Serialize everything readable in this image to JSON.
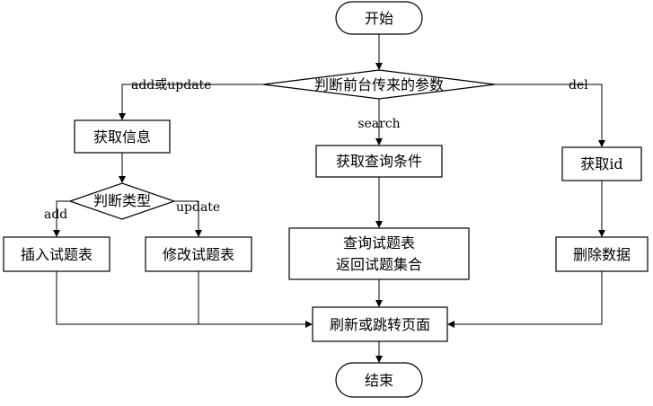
{
  "nodes": {
    "start": "开始",
    "judge_params": "判断前台传来的参数",
    "get_info": "获取信息",
    "judge_type": "判断类型",
    "insert_table": "插入试题表",
    "update_table": "修改试题表",
    "get_query": "获取查询条件",
    "query_line1": "查询试题表",
    "query_line2": "返回试题集合",
    "get_id": "获取id",
    "delete_data": "删除数据",
    "refresh": "刷新或跳转页面",
    "end": "结束"
  },
  "edges": {
    "add_or_update": "add或update",
    "search": "search",
    "del": "del",
    "add": "add",
    "update": "update"
  }
}
